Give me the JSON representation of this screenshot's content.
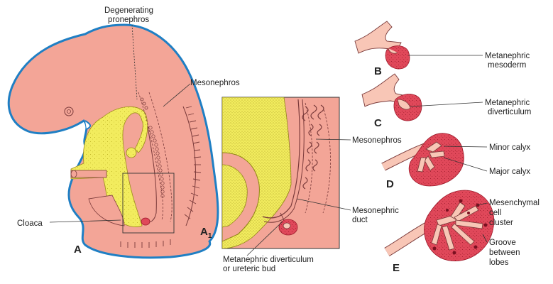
{
  "colors": {
    "skin": "#f3a597",
    "skin_dark": "#e98a7a",
    "outline_blue": "#1f7fc4",
    "yolk": "#f2ec5e",
    "kidney": "#e0485a",
    "kidney_dark": "#b22233",
    "duct": "#f8c6b6"
  },
  "labels": {
    "degenerating": "Degenerating",
    "pronephros": "pronephros",
    "mesonephros_main": "Mesonephros",
    "cloaca": "Cloaca",
    "panel_a": "A",
    "panel_a1": "A",
    "panel_a1_sub": "1",
    "mesonephros_inset": "Mesonephros",
    "mesonephric": "Mesonephric",
    "duct": "duct",
    "meta_div_ureteric_1": "Metanephric diverticulum",
    "meta_div_ureteric_2": "or ureteric bud",
    "panel_b": "B",
    "panel_c": "C",
    "panel_d": "D",
    "panel_e": "E",
    "b_label_1": "Metanephric",
    "b_label_2": "mesoderm",
    "c_label_1": "Metanephric",
    "c_label_2": "diverticulum",
    "minor_calyx": "Minor  calyx",
    "major_calyx": "Major calyx",
    "mes_cell_1": "Mesenchymal",
    "mes_cell_2": "cell",
    "mes_cell_3": "cluster",
    "groove_1": "Groove",
    "groove_2": "between",
    "groove_3": "lobes"
  }
}
